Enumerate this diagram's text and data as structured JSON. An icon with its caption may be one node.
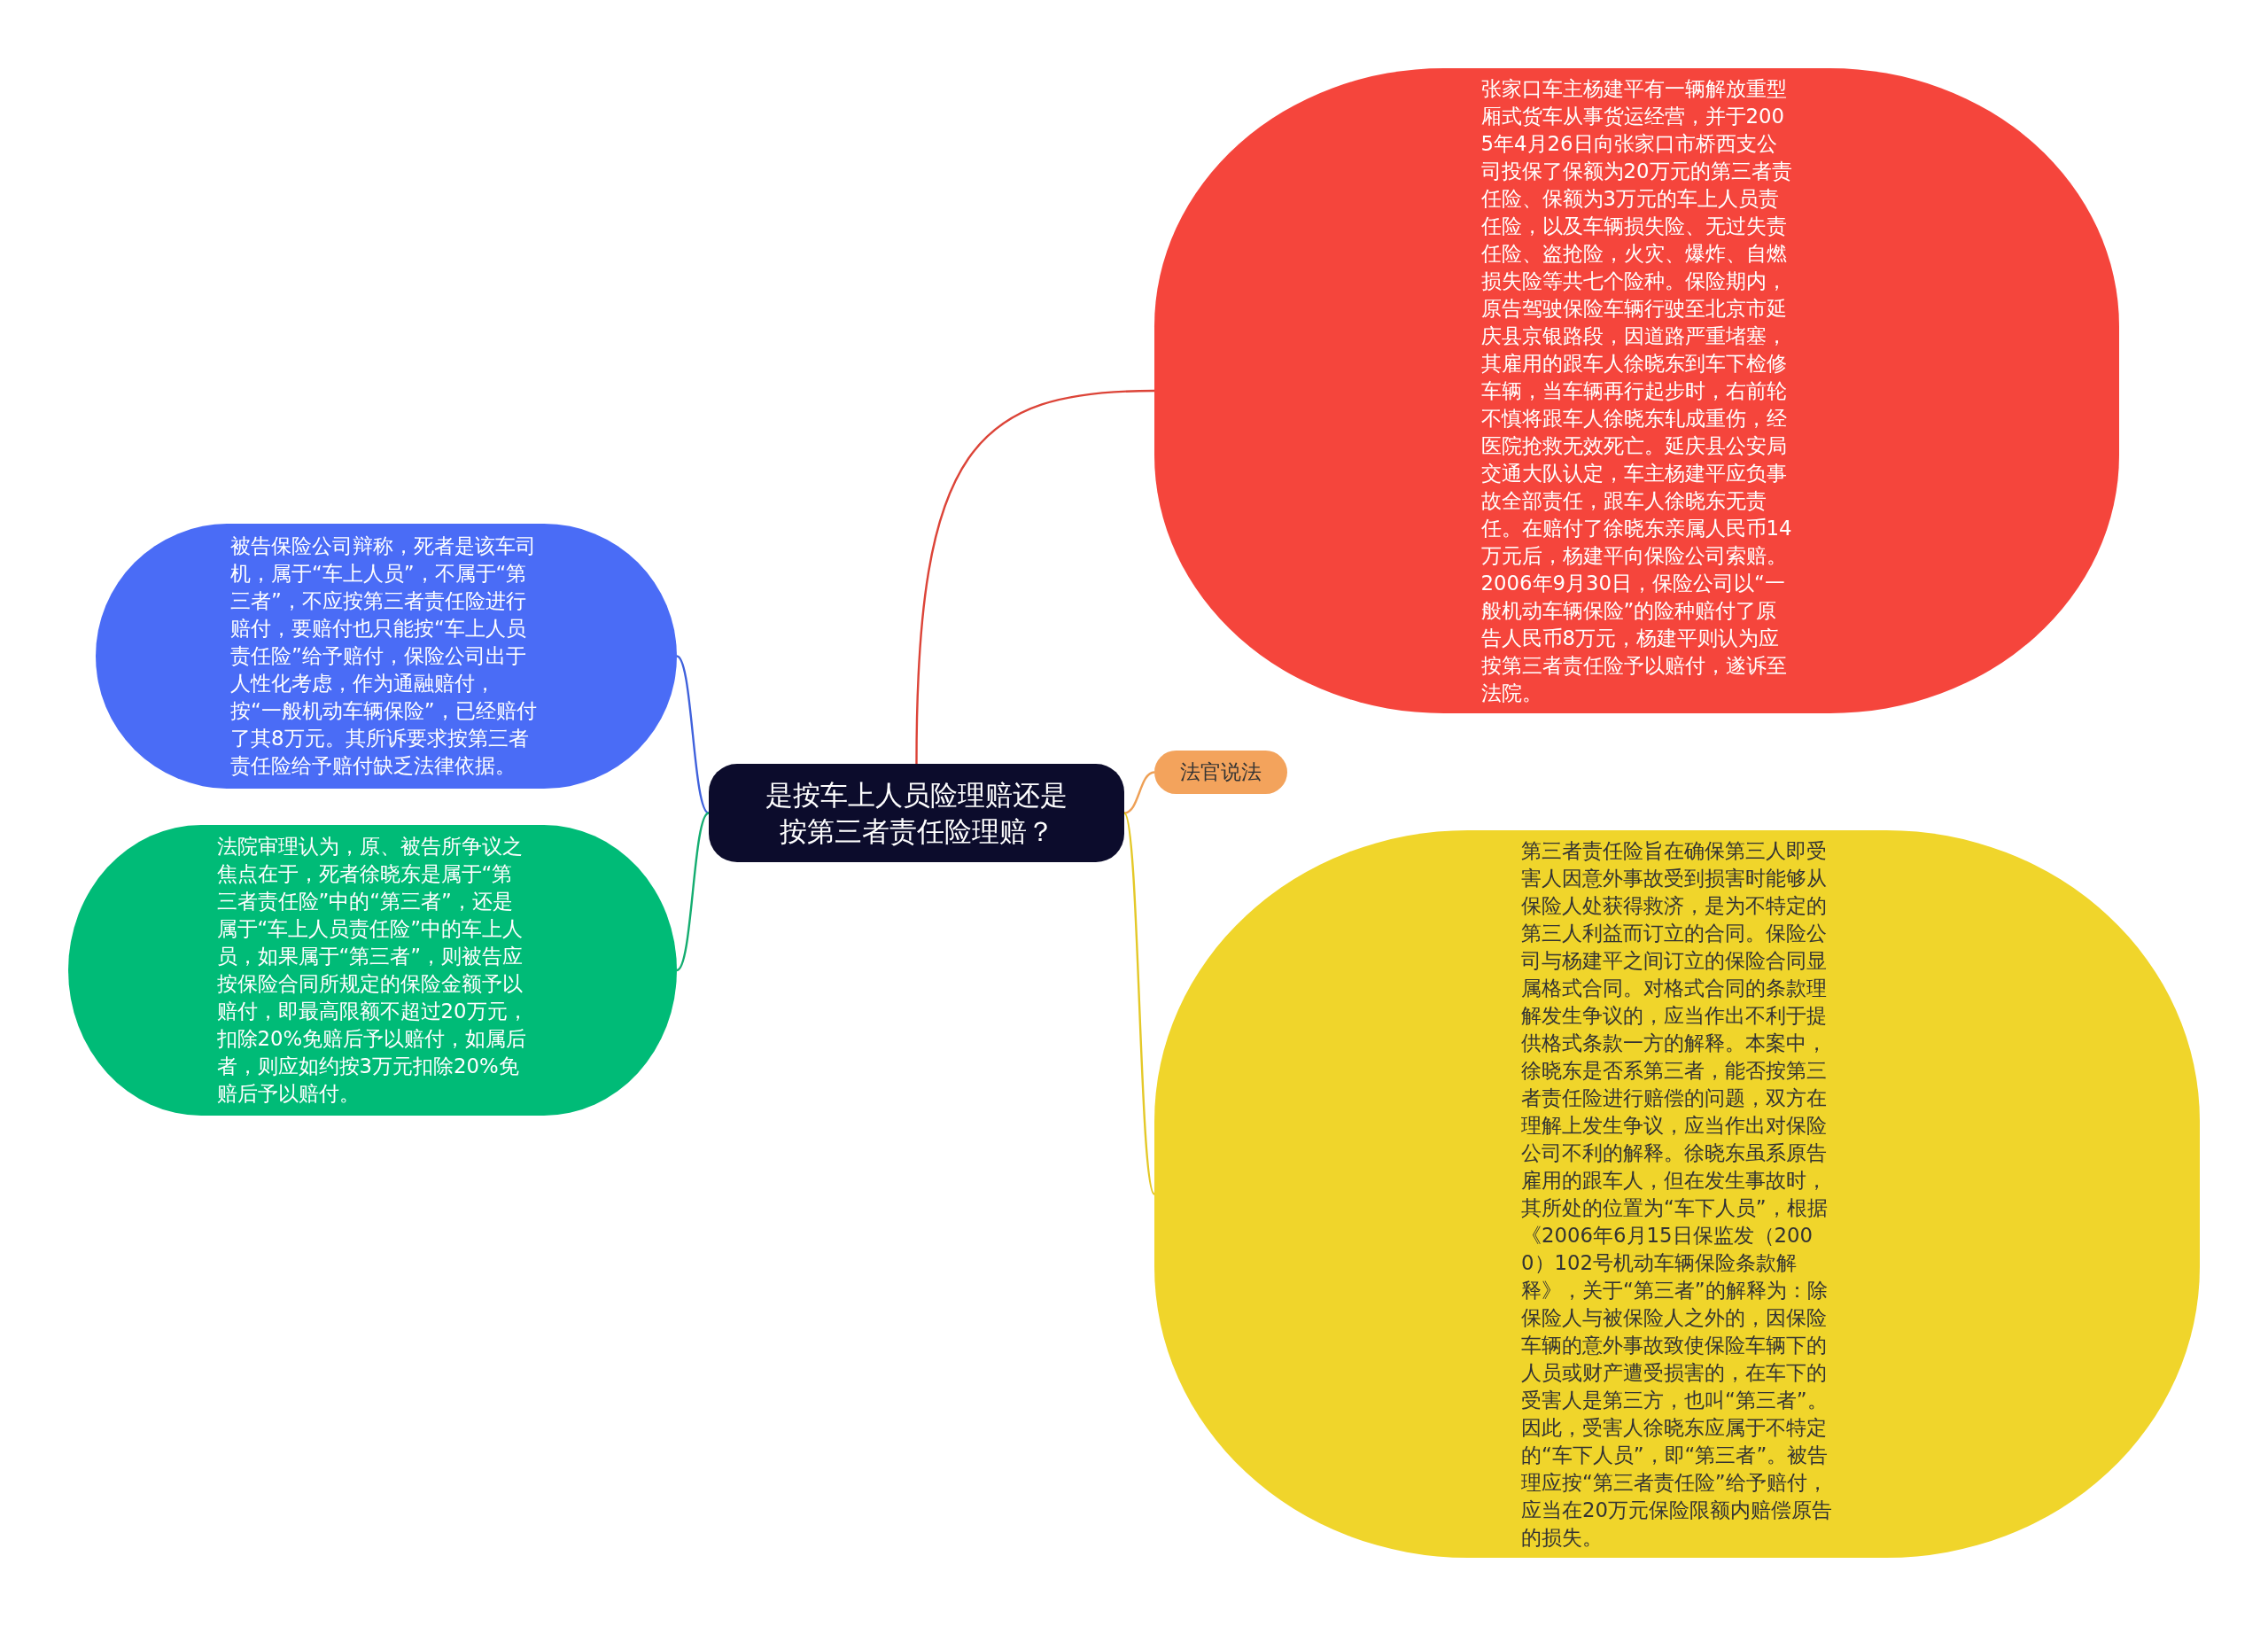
{
  "diagram": {
    "nodes": [
      {
        "text": [
          "是按车上人员险理赔还是按第三者责任险理赔？"
        ]
      },
      {
        "text": [
          "张家口车主杨建平有一辆解放重型厢式货车从事货运经营，并于2005年4月26日向张家口市桥西支公司投保了保额为20万元的第三者责任险、保额为3万元的车上人员责任险，以及车辆损失险、无过失责任险、盗抢险，火灾、爆炸、自燃损失险等共七个险种。保险期内，原告驾驶保险车辆行驶至北京市延庆县京银路段，因道路严重堵塞，其雇用的跟车人徐晓东到车下检修车辆，当车辆再行起步时，右前轮不慎将跟车人徐晓东轧成重伤，经医院抢救无效死亡。延庆县公安局交通大队认定，车主杨建平应负事故全部责任，跟车人徐晓东无责任。在赔付了徐晓东亲属人民币14万元后，杨建平向保险公司索赔。2006年9月30日，保险公司以“一般机动车辆保险”的险种赔付了原告人民币8万元，杨建平则认为应按第三者责任险予以赔付，遂诉至法院。"
        ]
      },
      {
        "text": [
          "法官说法"
        ]
      },
      {
        "text": [
          "第三者责任险旨在确保第三人即受害人因意外事故受到损害时能够从保险人处获得救济，是为不特定的第三人利益而订立的合同。保险公司与杨建平之间订立的保险合同显属格式合同。对格式合同的条款理解发生争议的，应当作出不利于提供格式条款一方的解释。本案中，徐晓东是否系第三者，能否按第三者责任险进行赔偿的问题，双方在理解上发生争议，应当作出对保险公司不利的解释。徐晓东虽系原告雇用的跟车人，但在发生事故时，其所处的位置为“车下人员”，根据《2006年6月15日保监发（2000）102号机动车辆保险条款解释》，关于“第三者”的解释为：除保险人与被保险人之外的，因保险车辆的意外事故致使保险车辆下的人员或财产遭受损害的，在车下的受害人是第三方，也叫“第三者”。因此，受害人徐晓东应属于不特定的“车下人员”，即“第三者”。被告理应按“第三者责任险”给予赔付，应当在20万元保险限额内赔偿原告的损失。"
        ]
      },
      {
        "text": [
          "被告保险公司辩称，死者是该车司机，属于“车上人员”，不属于“第三者”，不应按第三者责任险进行赔付，要赔付也只能按“车上人员责任险”给予赔付，保险公司出于人性化考虑，作为通融赔付，按“一般机动车辆保险”，已经赔付了其8万元。其所诉要求按第三者责任险给予赔付缺乏法律依据。"
        ]
      },
      {
        "text": [
          "法院审理认为，原、被告所争议之焦点在于，死者徐晓东是属于“第三者责任险”中的“第三者”，还是属于“车上人员责任险”中的车上人员，如果属于“第三者”，则被告应按保险合同所规定的保险金额予以赔付，即最高限额不超过20万元，扣除20%免赔后予以赔付，如属后者，则应如约按3万元扣除20%免赔后予以赔付。"
        ]
      }
    ],
    "edges": [
      {
        "from": 0,
        "to": 1,
        "arrow": "none",
        "color": "#dc4438"
      },
      {
        "from": 0,
        "to": 2,
        "arrow": "none",
        "color": "#eea056"
      },
      {
        "from": 0,
        "to": 3,
        "arrow": "none",
        "color": "#e4c827"
      },
      {
        "from": 0,
        "to": 4,
        "arrow": "none",
        "color": "#3f61dc"
      },
      {
        "from": 0,
        "to": 5,
        "arrow": "none",
        "color": "#14ad70"
      }
    ]
  }
}
